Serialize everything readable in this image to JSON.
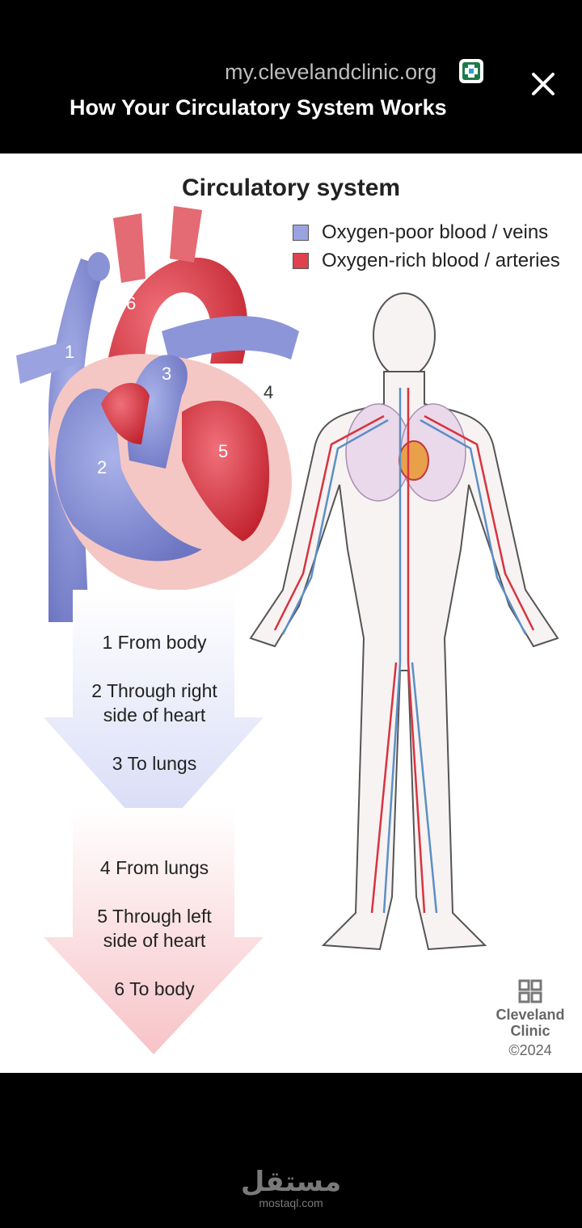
{
  "header": {
    "source": "my.clevelandclinic.org",
    "title": "How Your Circulatory System Works",
    "site_icon": "cleveland-clinic-favicon",
    "close_icon": "close-icon"
  },
  "figure": {
    "title": "Circulatory system",
    "legend": [
      {
        "label": "Oxygen-poor blood / veins",
        "color": "#9aa3e0"
      },
      {
        "label": "Oxygen-rich blood / arteries",
        "color": "#e0414e"
      }
    ],
    "heart_labels": [
      "1",
      "2",
      "3",
      "4",
      "5",
      "6"
    ],
    "steps_down": [
      {
        "line1": "1 From body",
        "line2": ""
      },
      {
        "line1": "2 Through right",
        "line2": "side of heart"
      },
      {
        "line1": "3 To lungs",
        "line2": ""
      }
    ],
    "steps_up": [
      {
        "line1": "4 From lungs",
        "line2": ""
      },
      {
        "line1": "5 Through left",
        "line2": "side of heart"
      },
      {
        "line1": "6 To body",
        "line2": ""
      }
    ],
    "brand": {
      "line1": "Cleveland",
      "line2": "Clinic",
      "copyright": "©2024"
    }
  },
  "footer": {
    "watermark_ar": "مستقل",
    "watermark_en": "mostaql.com"
  },
  "colors": {
    "vein": "#7f88d0",
    "artery": "#d8333f",
    "arrow_top": "#d8dcf7",
    "arrow_bottom": "#f8cccf"
  }
}
